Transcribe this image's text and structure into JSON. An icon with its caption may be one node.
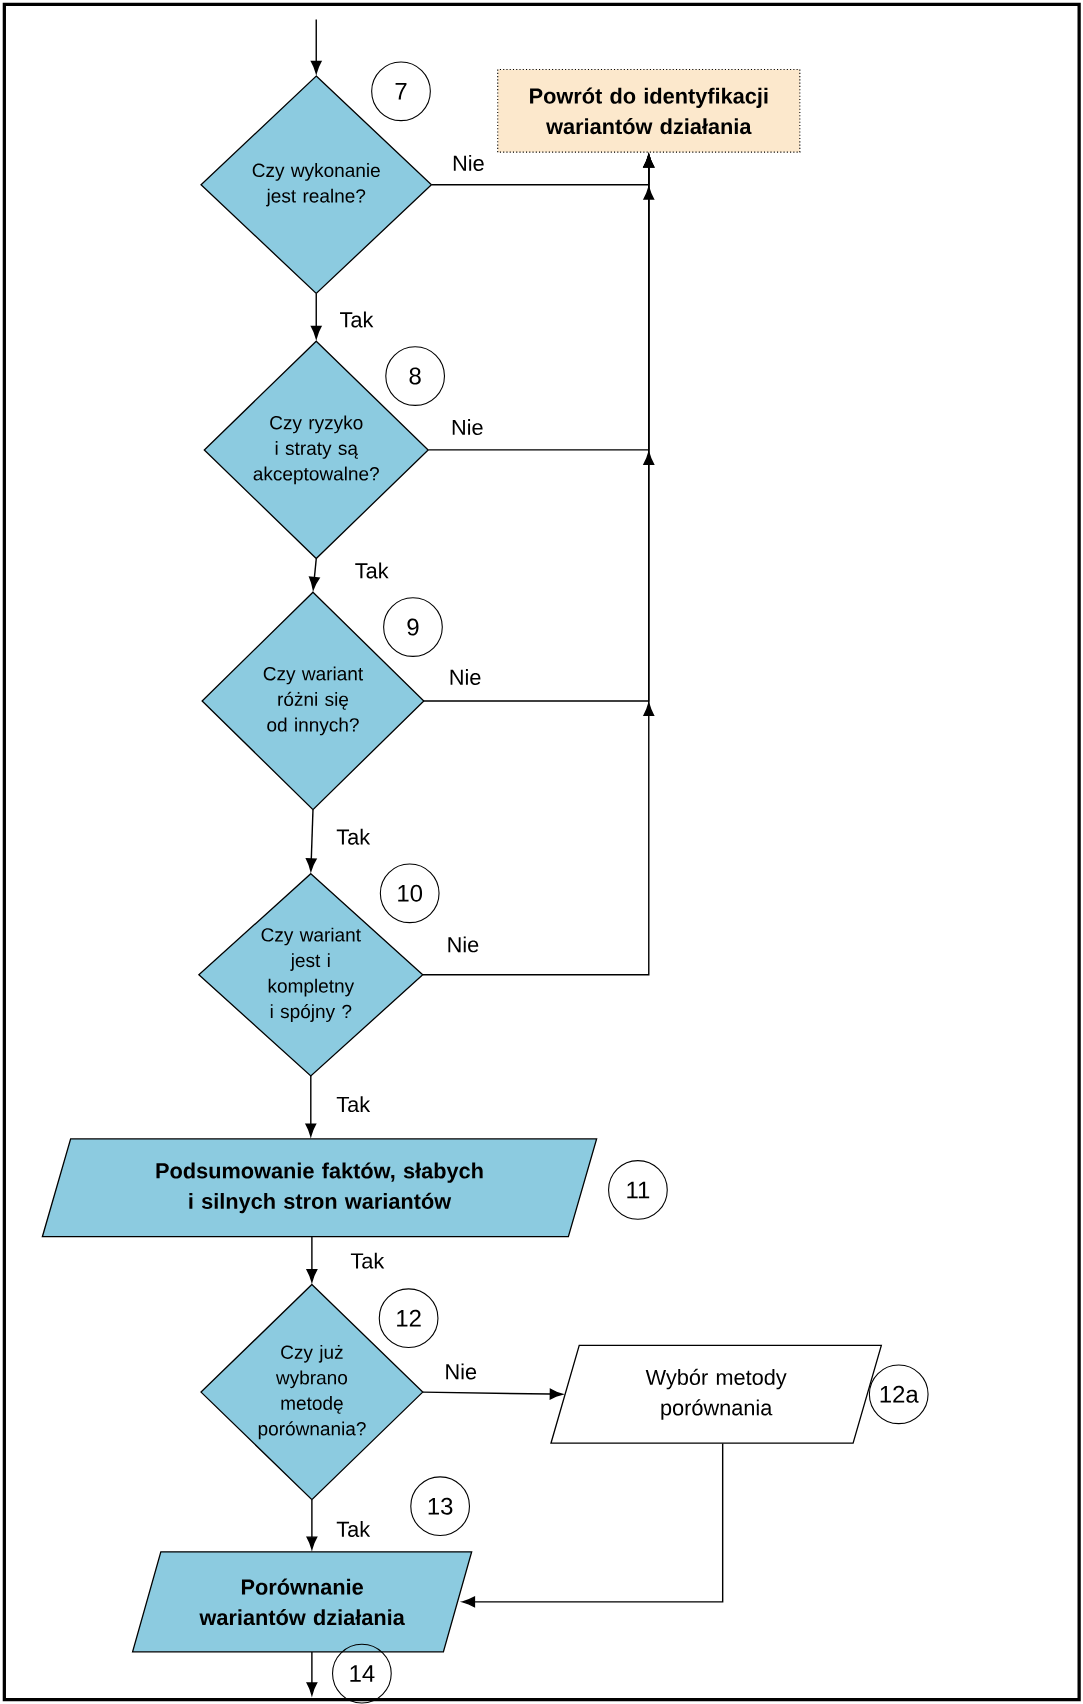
{
  "diagram": {
    "nodes": [
      {
        "text": [
          "Czy wykonanie jest realne?"
        ],
        "beside": [
          "7"
        ]
      },
      {
        "text": [
          "Powrót do identyfikacji wariantów działania"
        ]
      },
      {
        "text": [
          "Czy ryzyko i straty są akceptowalne?"
        ],
        "beside": [
          "8"
        ]
      },
      {
        "text": [
          "Czy wariant różni się od innych?"
        ],
        "beside": [
          "9"
        ]
      },
      {
        "text": [
          "Czy wariant jest i kompletny i spójny ?"
        ],
        "beside": [
          "10"
        ]
      },
      {
        "text": [
          "Podsumowanie faktów, słabych i silnych stron wariantów"
        ],
        "beside": [
          "11"
        ]
      },
      {
        "text": [
          "Czy już wybrano metodę porównania?"
        ],
        "beside": [
          "12"
        ]
      },
      {
        "text": [
          "Wybór metody porównania"
        ],
        "beside": [
          "12a"
        ]
      },
      {
        "text": [
          "Porównanie wariantów działania"
        ],
        "beside": [
          "14"
        ]
      }
    ],
    "labels": [
      "13"
    ],
    "edges": [
      {
        "from": null,
        "to": 0,
        "arrow": "to"
      },
      {
        "from": 0,
        "to": 2,
        "arrow": "to",
        "label": "Tak"
      },
      {
        "from": 0,
        "to": 1,
        "arrow": "to",
        "label": "Nie"
      },
      {
        "from": 2,
        "to": 3,
        "arrow": "to",
        "label": "Tak"
      },
      {
        "from": 2,
        "to": 1,
        "arrow": "to",
        "label": "Nie"
      },
      {
        "from": 3,
        "to": 4,
        "arrow": "to",
        "label": "Tak"
      },
      {
        "from": 3,
        "to": 1,
        "arrow": "to",
        "label": "Nie"
      },
      {
        "from": 4,
        "to": 5,
        "arrow": "to",
        "label": "Tak"
      },
      {
        "from": 4,
        "to": 1,
        "arrow": "to",
        "label": "Nie"
      },
      {
        "from": 5,
        "to": 6,
        "arrow": "to",
        "label": "Tak"
      },
      {
        "from": 6,
        "to": 7,
        "arrow": "to",
        "label": "Nie"
      },
      {
        "from": 6,
        "to": 8,
        "arrow": "to",
        "label": "Tak"
      },
      {
        "from": 7,
        "to": 8,
        "arrow": "to"
      },
      {
        "from": 8,
        "to": null,
        "arrow": "to"
      }
    ]
  }
}
